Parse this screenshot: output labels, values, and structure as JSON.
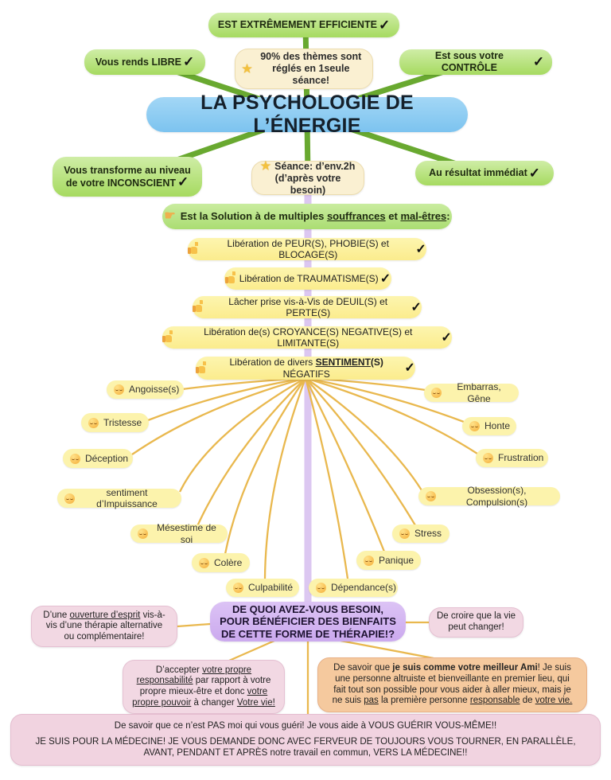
{
  "palette": {
    "node_green": "#aede6a",
    "node_blue": "#8dccf2",
    "node_yellow": "#fcf0a0",
    "node_cream": "#faf0d4",
    "node_purple": "#d5b7f1",
    "node_pink": "#f2d8e3",
    "node_orange": "#f6c99c",
    "line_green": "#69a930",
    "line_gold": "#e9b84e",
    "line_lavender": "#dcc7f1"
  },
  "icons": {
    "check": "✓",
    "star": "★",
    "point": "☛",
    "thumbs_up": "css-thumb-shape",
    "sad_face": "css-face-shape"
  },
  "root": {
    "title": "LA PSYCHOLOGIE DE L’ÉNERGIE"
  },
  "branches": {
    "efficiente": "EST EXTRÊMEMENT EFFICIENTE",
    "libre": "Vous rends LIBRE",
    "controle": "Est sous votre CONTRÔLE",
    "stats": "90% des thèmes sont réglés en 1seule séance!",
    "inconscient": "Vous transforme au niveau de votre INCONSCIENT",
    "seance_line1": "Séance: d’env.2h",
    "seance_line2": "(d’après votre besoin)",
    "resultat": "Au résultat immédiat"
  },
  "solution": {
    "header": [
      {
        "t": "Est la Solution à de multiples "
      },
      {
        "t": "souffrances",
        "u": true
      },
      {
        "t": " et "
      },
      {
        "t": "mal-êtres",
        "u": true
      },
      {
        "t": ":"
      }
    ],
    "benefits": [
      {
        "rich": [
          {
            "t": "Libération de PEUR(S), PHOBIE(S) et BLOCAGE(S)"
          }
        ]
      },
      {
        "rich": [
          {
            "t": "Libération de TRAUMATISME(S)"
          }
        ]
      },
      {
        "rich": [
          {
            "t": "Lâcher prise vis-à-Vis de DEUIL(S) et PERTE(S)"
          }
        ]
      },
      {
        "rich": [
          {
            "t": "Libération de(s) CROYANCE(S) NEGATIVE(S) et LIMITANTE(S)"
          }
        ]
      },
      {
        "rich": [
          {
            "t": "Libération de divers "
          },
          {
            "t": "SENTIMENT",
            "b": true,
            "u": true
          },
          {
            "t": "(S)",
            "b": true
          },
          {
            "t": " NÉGATIFS"
          }
        ]
      }
    ]
  },
  "emotions": [
    {
      "label": "Angoisse(s)"
    },
    {
      "label": "Tristesse"
    },
    {
      "label": "Déception"
    },
    {
      "label": "sentiment d’Impuissance"
    },
    {
      "label": "Mésestime de soi"
    },
    {
      "label": "Colère"
    },
    {
      "label": "Culpabilité"
    },
    {
      "label": "Embarras, Gêne"
    },
    {
      "label": "Honte"
    },
    {
      "label": "Frustration"
    },
    {
      "label": "Obsession(s), Compulsion(s)"
    },
    {
      "label": "Stress"
    },
    {
      "label": "Panique"
    },
    {
      "label": "Dépendance(s)"
    }
  ],
  "needs": {
    "question": "DE QUOI AVEZ-VOUS BESOIN, POUR BÉNÉFICIER DES BIENFAITS DE CETTE FORME DE THÉRAPIE!?",
    "open_mind": [
      {
        "t": "D’une "
      },
      {
        "t": "ouverture d’esprit",
        "u": true
      },
      {
        "t": " vis-à-vis d’une thérapie alternative ou complémentaire!"
      }
    ],
    "believe": "De croire que la vie peut changer!",
    "responsibility": [
      {
        "t": "D’accepter "
      },
      {
        "t": "votre propre responsabilité",
        "u": true
      },
      {
        "t": " par rapport à votre propre mieux-être et donc "
      },
      {
        "t": "votre propre pouvoir",
        "u": true
      },
      {
        "t": " à changer "
      },
      {
        "t": "Votre vie!",
        "u": true
      }
    ],
    "best_friend": [
      {
        "t": "De savoir que "
      },
      {
        "t": "je suis comme votre meilleur Ami",
        "b": true
      },
      {
        "t": "! Je suis une personne altruiste et bienveillante en premier lieu, qui fait tout son possible pour vous aider à aller mieux, mais je ne suis "
      },
      {
        "t": "pas",
        "u": true
      },
      {
        "t": " la première personne "
      },
      {
        "t": "responsable",
        "u": true
      },
      {
        "t": " de "
      },
      {
        "t": "votre vie.",
        "u": true
      }
    ],
    "medicine_p1": "De savoir que ce n’est PAS moi qui vous guéri! Je vous aide à VOUS GUÉRIR VOUS-MÊME!!",
    "medicine_p2": "JE SUIS POUR LA MÉDECINE! JE VOUS DEMANDE DONC AVEC FERVEUR DE TOUJOURS VOUS TOURNER, EN PARALLÈLE, AVANT, PENDANT ET APRÈS notre travail en commun, VERS LA MÉDECINE!!"
  }
}
